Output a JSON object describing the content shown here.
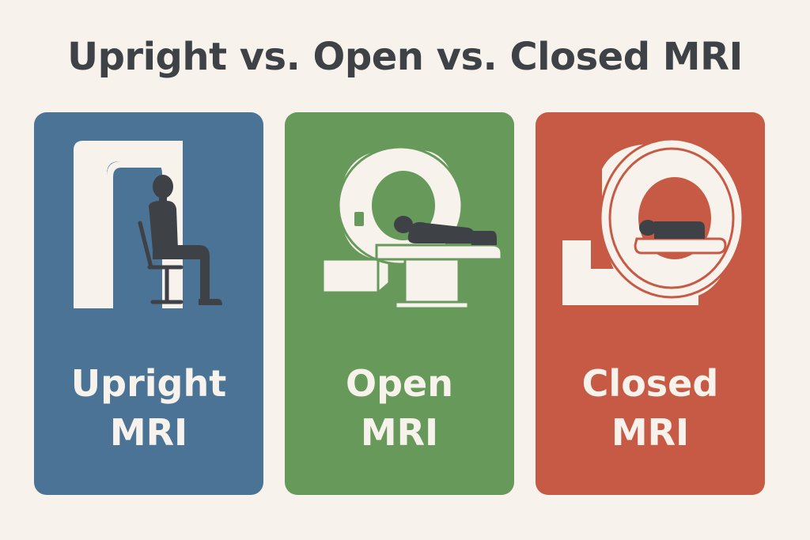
{
  "title": "Upright vs. Open vs. Closed MRI",
  "colors": {
    "background": "#f7f3ec",
    "title": "#3e4145",
    "figure": "#3e4145",
    "cream": "#f7f3ec"
  },
  "cards": [
    {
      "id": "upright",
      "line1": "Upright",
      "line2": "MRI",
      "color": "#4a7396",
      "icon": "person-seated-upright-scanner-icon"
    },
    {
      "id": "open",
      "line1": "Open",
      "line2": "MRI",
      "color": "#66995a",
      "icon": "open-mri-scanner-icon"
    },
    {
      "id": "closed",
      "line1": "Closed",
      "line2": "MRI",
      "color": "#c65a45",
      "icon": "closed-mri-scanner-icon"
    }
  ]
}
